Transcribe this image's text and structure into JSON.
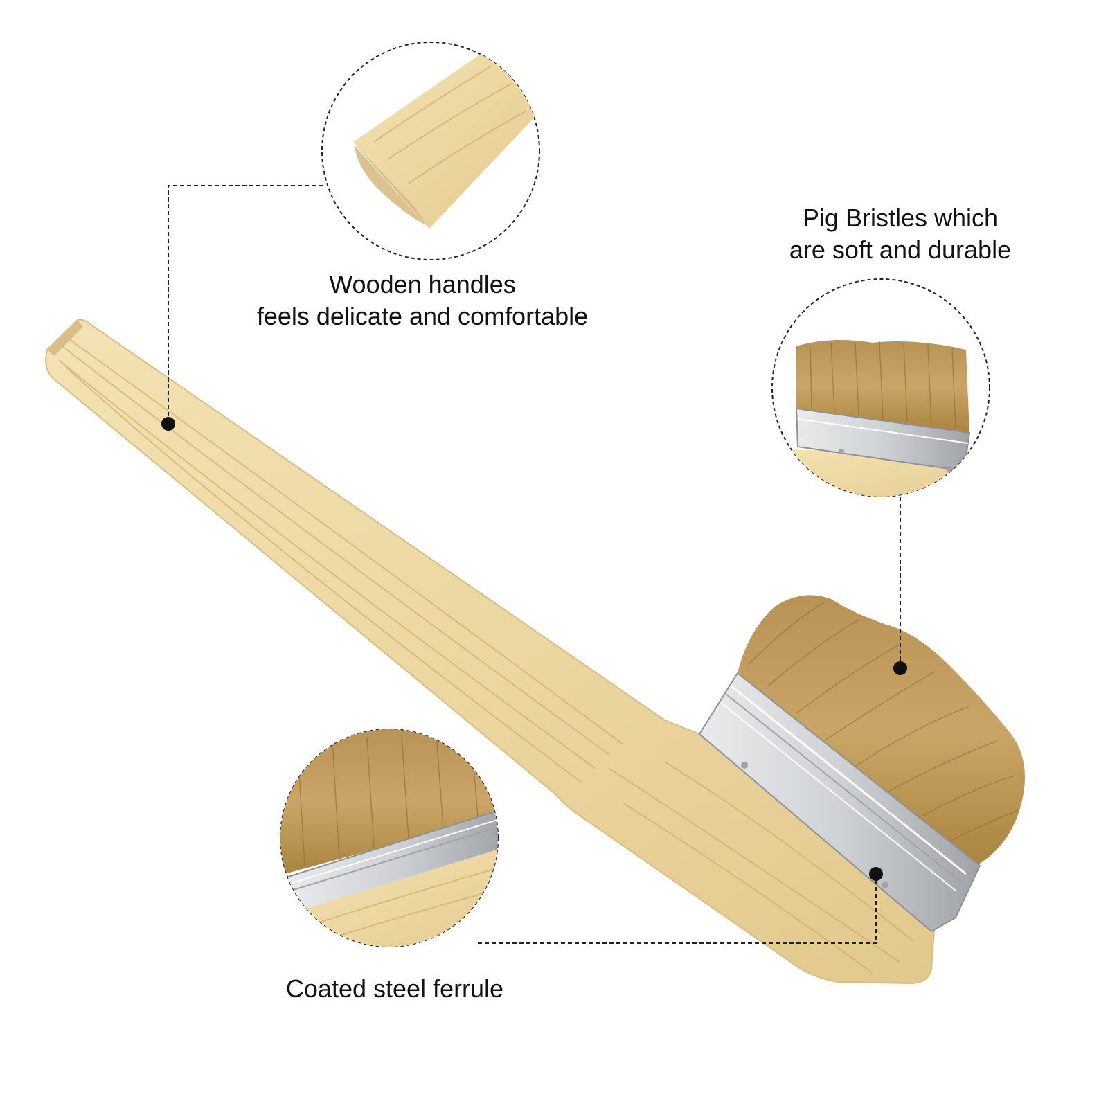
{
  "callouts": {
    "handle": {
      "line1": "Wooden handles",
      "line2": "feels delicate and comfortable"
    },
    "bristles": {
      "line1": "Pig Bristles which",
      "line2": "are soft and durable"
    },
    "ferrule": {
      "line1": "Coated steel ferrule"
    }
  },
  "colors": {
    "background": "#ffffff",
    "wood": "#ecd7a2",
    "wood_grain": "#cdae6b",
    "bristle": "#c9a464",
    "bristle_dark": "#9a7638",
    "metal": "#d6d8da",
    "metal_dark": "#8d9196",
    "text": "#111111",
    "callout_line": "#222222"
  }
}
